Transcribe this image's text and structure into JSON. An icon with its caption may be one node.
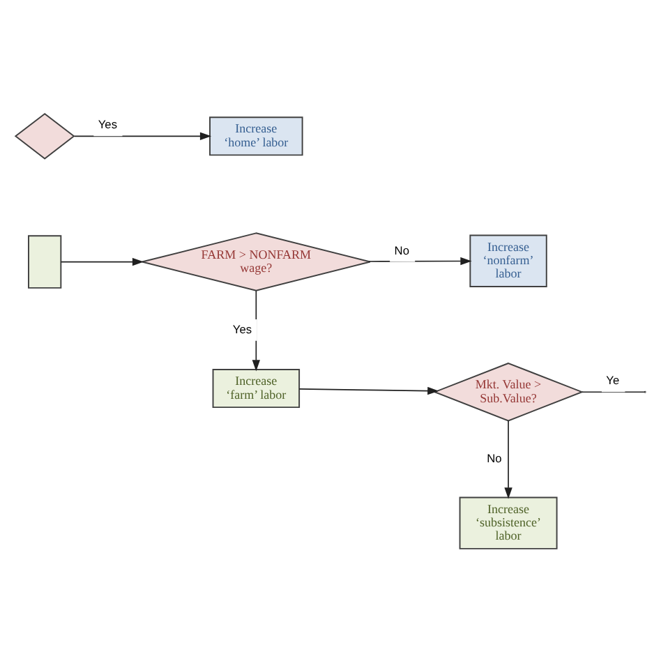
{
  "diagram": {
    "nodes": [
      {
        "text": [],
        "shape": "diamond"
      },
      {
        "text": [
          "Increase ‘home’ labor"
        ]
      },
      {
        "text": [],
        "shape": "box"
      },
      {
        "text": [
          "FARM > NONFARM wage?"
        ]
      },
      {
        "text": [
          "Increase ‘nonfarm’ labor"
        ]
      },
      {
        "text": [
          "Increase ‘farm’ labor"
        ]
      },
      {
        "text": [
          "Mkt. Value > Sub.Value?"
        ]
      },
      {
        "text": [
          "Increase ‘subsistence’ labor"
        ]
      }
    ],
    "edges": [
      {
        "from": 0,
        "to": 1,
        "arrow": "to",
        "label": "Yes"
      },
      {
        "from": 2,
        "to": 3,
        "arrow": "to"
      },
      {
        "from": 3,
        "to": 4,
        "arrow": "to",
        "label": "No"
      },
      {
        "from": 3,
        "to": 5,
        "arrow": "to",
        "label": "Yes"
      },
      {
        "from": 5,
        "to": 6,
        "arrow": "to"
      },
      {
        "from": 6,
        "to": null,
        "arrow": "none",
        "label": "Ye"
      },
      {
        "from": 6,
        "to": 7,
        "arrow": "to",
        "label": "No"
      }
    ]
  }
}
